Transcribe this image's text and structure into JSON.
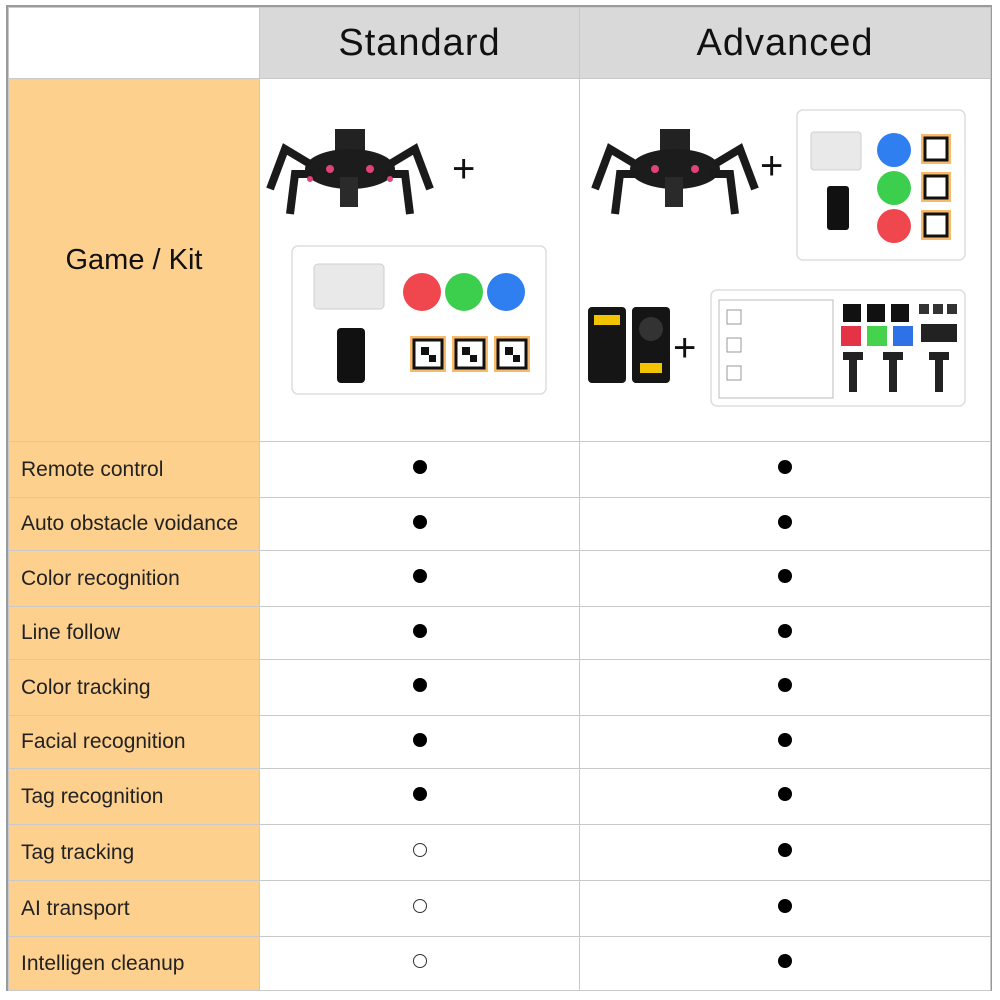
{
  "header": {
    "standard": "Standard",
    "advanced": "Advanced"
  },
  "kit_label": "Game / Kit",
  "rows": [
    {
      "feature": "Remote control",
      "standard": true,
      "advanced": true
    },
    {
      "feature": "Auto obstacle voidance",
      "standard": true,
      "advanced": true
    },
    {
      "feature": "Color recognition",
      "standard": true,
      "advanced": true
    },
    {
      "feature": "Line follow",
      "standard": true,
      "advanced": true
    },
    {
      "feature": "Color tracking",
      "standard": true,
      "advanced": true
    },
    {
      "feature": "Facial recognition",
      "standard": true,
      "advanced": true
    },
    {
      "feature": "Tag recognition",
      "standard": true,
      "advanced": true
    },
    {
      "feature": "Tag tracking",
      "standard": false,
      "advanced": true
    },
    {
      "feature": "AI transport",
      "standard": false,
      "advanced": true
    },
    {
      "feature": "Intelligen cleanup",
      "standard": false,
      "advanced": true
    }
  ],
  "colors": {
    "label_bg": "#fdd08e",
    "header_bg": "#d9d9d9",
    "ball_red": "#f0474f",
    "ball_green": "#3ccf4e",
    "ball_blue": "#2f7ff0"
  }
}
